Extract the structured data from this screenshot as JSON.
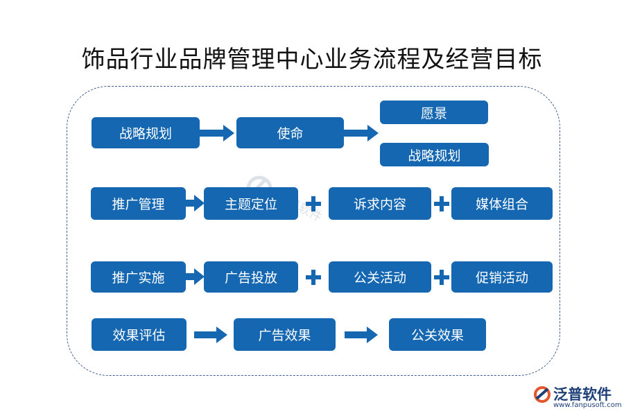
{
  "title": "饰品行业品牌管理中心业务流程及经营目标",
  "rows": [
    {
      "label": "战略规划",
      "items": [
        "使命"
      ],
      "branches": [
        "愿景",
        "战略规划"
      ]
    },
    {
      "label": "推广管理",
      "items": [
        "主题定位",
        "诉求内容",
        "媒体组合"
      ]
    },
    {
      "label": "推广实施",
      "items": [
        "广告投放",
        "公关活动",
        "促销活动"
      ]
    },
    {
      "label": "效果评估",
      "items": [
        "广告效果",
        "公关效果"
      ]
    }
  ],
  "watermark": {
    "text": "泛普软件"
  },
  "logo": {
    "name": "泛普软件",
    "url": "www.fanpusoft.com"
  },
  "colors": {
    "box": "#1467b0",
    "frame": "#3e5c8f",
    "text": "#ffffff"
  }
}
